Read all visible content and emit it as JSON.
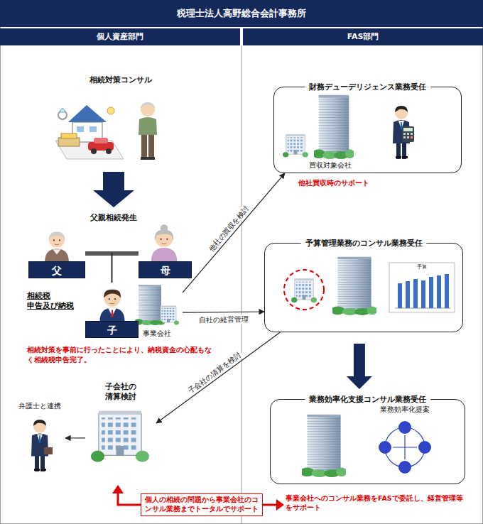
{
  "diagram": {
    "title": "税理士法人高野総合会計事務所",
    "nodes": [
      {
        "text": [
          "個人資産部門"
        ]
      },
      {
        "text": [
          "FAS部門"
        ]
      },
      {
        "text": [
          "相続対策コンサル"
        ]
      },
      {
        "text": [
          "父"
        ]
      },
      {
        "text": [
          "母"
        ]
      },
      {
        "text": [
          "子"
        ]
      },
      {
        "text": [
          "事業会社"
        ]
      },
      {
        "text": [
          "財務デューデリジェンス業務受任"
        ]
      },
      {
        "text": [
          "予算管理業務のコンサル業務受任"
        ]
      },
      {
        "text": [
          "業務効率化支援コンサル業務受任"
        ]
      },
      {
        "text": [
          "子会社の 清算検討"
        ]
      },
      {
        "text": [
          "弁護士と連携"
        ]
      },
      {
        "text": [
          "個人の相続の問題から事業会社のコンサル業務までトータルでサポート"
        ]
      }
    ],
    "edges": [
      {
        "from": 3,
        "to": 4,
        "arrow": "none"
      },
      {
        "from": 3,
        "to": 5,
        "arrow": "none"
      },
      {
        "from": 4,
        "to": 5,
        "arrow": "none"
      },
      {
        "from": 6,
        "to": 7,
        "label": "他社の買収を検討",
        "arrow": "to"
      },
      {
        "from": 6,
        "to": 8,
        "label": "自社の経営管理",
        "arrow": "to"
      },
      {
        "from": 8,
        "to": 10,
        "label": "子会社の清算を検討",
        "arrow": "to"
      },
      {
        "from": 10,
        "to": 11,
        "arrow": "to"
      },
      {
        "from": 8,
        "to": 9,
        "arrow": "to"
      }
    ],
    "labels": [
      "父親相続発生",
      "相続税 申告及び納税",
      "相続対策を事前に行ったことにより、納税資金の心配もなく相続税申告完了。",
      "買収対象会社",
      "他社買収時のサポート",
      "予算",
      "業務効率化提案",
      "事業会社へのコンサル業務をFASで委託し、経営管理等をサポート"
    ]
  }
}
